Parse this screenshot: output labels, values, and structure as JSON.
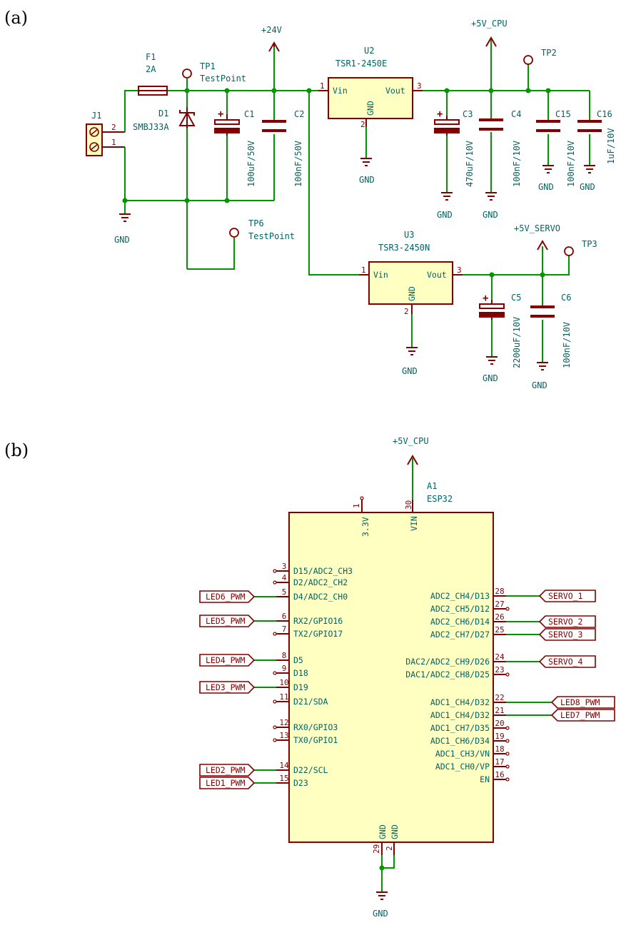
{
  "panels": {
    "a": "(a)",
    "b": "(b)"
  },
  "power_rails": {
    "v24": "+24V",
    "v5cpu_top": "+5V_CPU",
    "v5servo": "+5V_SERVO",
    "v5cpu_b": "+5V_CPU",
    "gnd": "GND"
  },
  "components": {
    "J1": {
      "ref": "J1",
      "pin2": "2",
      "pin1": "1"
    },
    "F1": {
      "ref": "F1",
      "value": "2A"
    },
    "TP1": {
      "ref": "TP1",
      "value": "TestPoint"
    },
    "D1": {
      "ref": "D1",
      "value": "SMBJ33A"
    },
    "C1": {
      "ref": "C1",
      "value": "100uF/50V"
    },
    "C2": {
      "ref": "C2",
      "value": "100nF/50V"
    },
    "U2": {
      "ref": "U2",
      "value": "TSR1-2450E",
      "vin": "Vin",
      "vout": "Vout",
      "gnd": "GND",
      "p1": "1",
      "p2": "2",
      "p3": "3"
    },
    "TP2": {
      "ref": "TP2"
    },
    "C3": {
      "ref": "C3",
      "value": "470uF/10V"
    },
    "C4": {
      "ref": "C4",
      "value": "100nF/10V"
    },
    "C15": {
      "ref": "C15",
      "value": "100nF/10V"
    },
    "C16": {
      "ref": "C16",
      "value": "1uF/10V"
    },
    "TP6": {
      "ref": "TP6",
      "value": "TestPoint"
    },
    "U3": {
      "ref": "U3",
      "value": "TSR3-2450N",
      "vin": "Vin",
      "vout": "Vout",
      "gnd": "GND",
      "p1": "1",
      "p2": "2",
      "p3": "3"
    },
    "TP3": {
      "ref": "TP3"
    },
    "C5": {
      "ref": "C5",
      "value": "2200uF/10V"
    },
    "C6": {
      "ref": "C6",
      "value": "100nF/10V"
    }
  },
  "esp32": {
    "ref": "A1",
    "value": "ESP32",
    "top_pins": [
      {
        "num": "1",
        "name": "3.3V"
      },
      {
        "num": "30",
        "name": "VIN"
      }
    ],
    "bottom_pins": [
      {
        "num": "29",
        "name": "GND"
      },
      {
        "num": "2",
        "name": "GND"
      }
    ],
    "left_pins": [
      {
        "num": "3",
        "name": "D15/ADC2_CH3",
        "net": ""
      },
      {
        "num": "4",
        "name": "D2/ADC2_CH2",
        "net": ""
      },
      {
        "num": "5",
        "name": "D4/ADC2_CH0",
        "net": "LED6_PWM"
      },
      {
        "num": "6",
        "name": "RX2/GPIO16",
        "net": "LED5_PWM"
      },
      {
        "num": "7",
        "name": "TX2/GPIO17",
        "net": ""
      },
      {
        "num": "8",
        "name": "D5",
        "net": "LED4_PWM"
      },
      {
        "num": "9",
        "name": "D18",
        "net": ""
      },
      {
        "num": "10",
        "name": "D19",
        "net": "LED3_PWM"
      },
      {
        "num": "11",
        "name": "D21/SDA",
        "net": ""
      },
      {
        "num": "12",
        "name": "RX0/GPIO3",
        "net": ""
      },
      {
        "num": "13",
        "name": "TX0/GPIO1",
        "net": ""
      },
      {
        "num": "14",
        "name": "D22/SCL",
        "net": "LED2_PWM"
      },
      {
        "num": "15",
        "name": "D23",
        "net": "LED1_PWM"
      }
    ],
    "right_pins": [
      {
        "num": "28",
        "name": "ADC2_CH4/D13",
        "net": "SERVO_1"
      },
      {
        "num": "27",
        "name": "ADC2_CH5/D12",
        "net": ""
      },
      {
        "num": "26",
        "name": "ADC2_CH6/D14",
        "net": "SERVO_2"
      },
      {
        "num": "25",
        "name": "ADC2_CH7/D27",
        "net": "SERVO_3"
      },
      {
        "num": "24",
        "name": "DAC2/ADC2_CH9/D26",
        "net": "SERVO_4"
      },
      {
        "num": "23",
        "name": "DAC1/ADC2_CH8/D25",
        "net": ""
      },
      {
        "num": "22",
        "name": "ADC1_CH4/D32",
        "net": "LED8_PWM"
      },
      {
        "num": "21",
        "name": "ADC1_CH4/D32",
        "net": "LED7_PWM"
      },
      {
        "num": "20",
        "name": "ADC1_CH7/D35",
        "net": ""
      },
      {
        "num": "19",
        "name": "ADC1_CH6/D34",
        "net": ""
      },
      {
        "num": "18",
        "name": "ADC1_CH3/VN",
        "net": ""
      },
      {
        "num": "17",
        "name": "ADC1_CH0/VP",
        "net": ""
      },
      {
        "num": "16",
        "name": "EN",
        "net": ""
      }
    ]
  }
}
